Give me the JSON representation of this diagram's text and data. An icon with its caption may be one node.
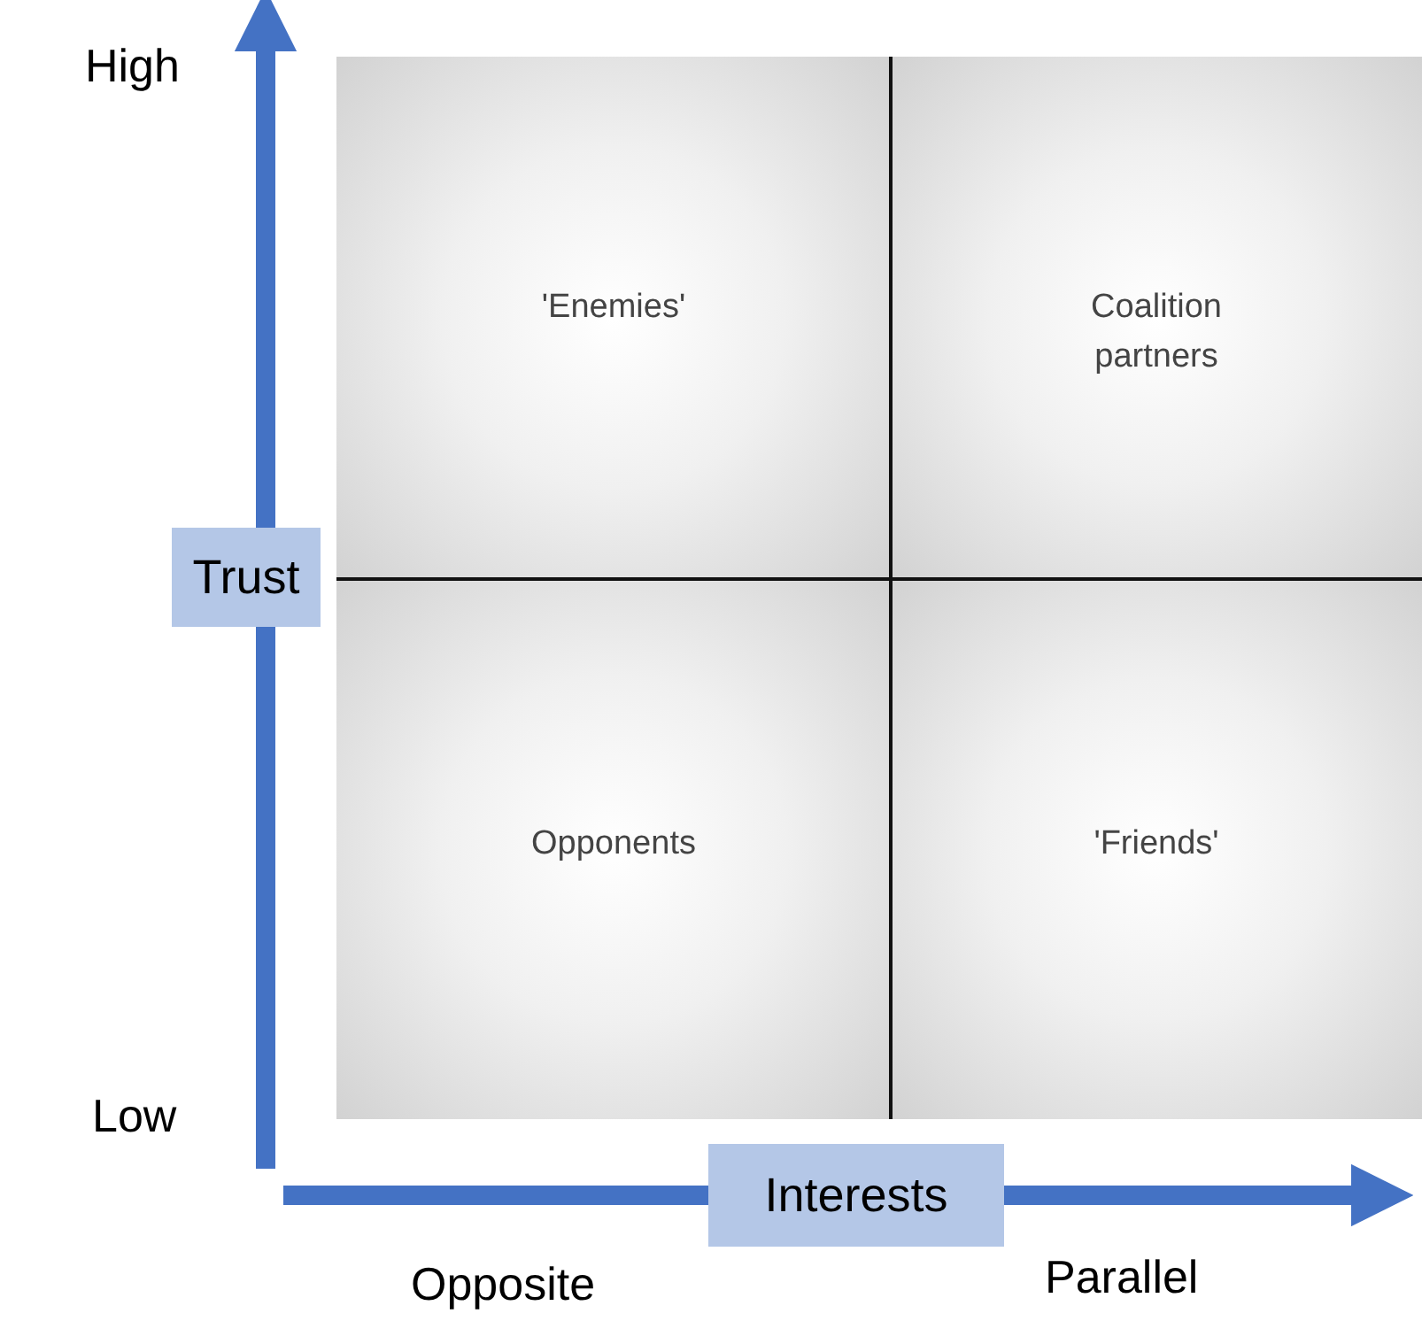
{
  "diagram": {
    "nodes": [
      {
        "text": [
          "'Enemies'"
        ]
      },
      {
        "text": [
          "Coalition partners"
        ]
      },
      {
        "text": [
          "Trust"
        ]
      },
      {
        "text": [
          "Opponents"
        ]
      },
      {
        "text": [
          "'Friends'"
        ]
      },
      {
        "text": [
          "Interests"
        ]
      }
    ],
    "labels": [
      "High",
      "Low",
      "Opposite",
      "Parallel"
    ]
  }
}
